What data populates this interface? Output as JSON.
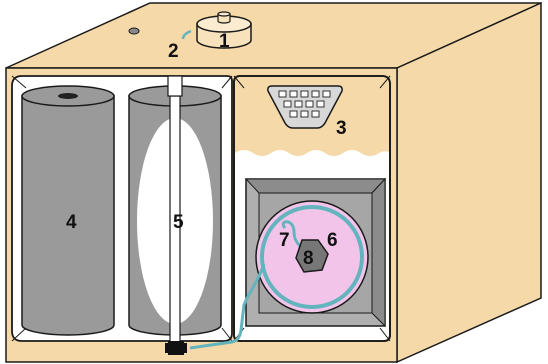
{
  "colors": {
    "casing": "#F5D9A8",
    "outline": "#1A1A1A",
    "cylinder": "#9A9A9A",
    "cylinder_dark": "#6E6E6E",
    "window": "#FFFFFF",
    "inner_panel": "#FFFFFF",
    "frame": "#AFAFAF",
    "disc": "#F3C4EA",
    "ring": "#64B4BE",
    "hub": "#777777",
    "tube": "#64B4BE",
    "connector": "#D8D8D8"
  },
  "labels": {
    "l1": "1",
    "l2": "2",
    "l3": "3",
    "l4": "4",
    "l5": "5",
    "l6": "6",
    "l7": "7",
    "l8": "8"
  },
  "icons": {
    "top_knob": "cylindrical-cap-icon",
    "connector": "db-serial-connector-icon",
    "valve": "valve-icon"
  }
}
